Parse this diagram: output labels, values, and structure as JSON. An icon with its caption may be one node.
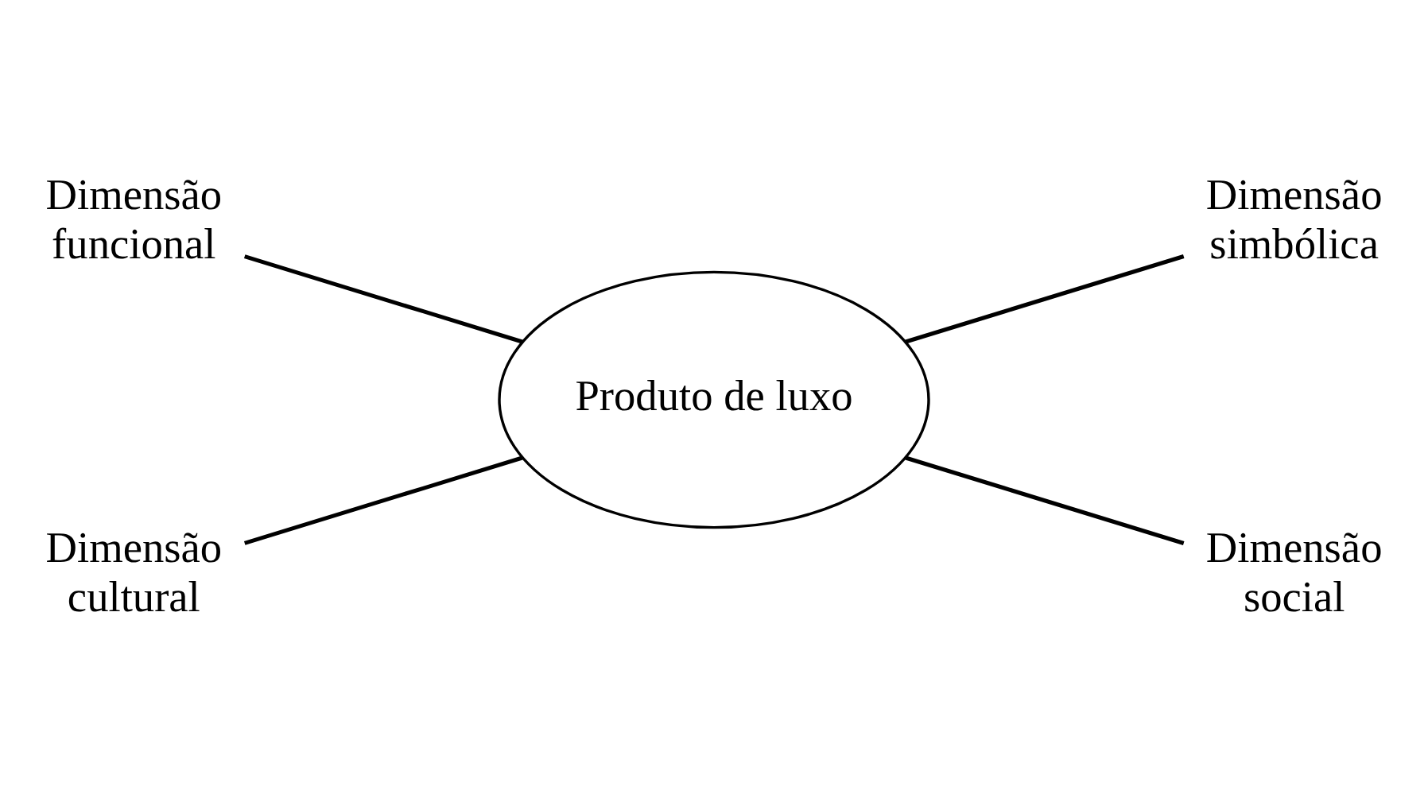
{
  "diagram": {
    "nodes": [
      {
        "text": [
          "Dimensão funcional"
        ]
      },
      {
        "text": [
          "Dimensão simbólica"
        ]
      },
      {
        "text": [
          "Produto de luxo"
        ]
      },
      {
        "text": [
          "Dimensão cultural"
        ]
      },
      {
        "text": [
          "Dimensão social"
        ]
      }
    ],
    "edges": [
      {
        "from": 0,
        "to": 2,
        "arrow": "none"
      },
      {
        "from": 2,
        "to": 1,
        "arrow": "none"
      },
      {
        "from": 3,
        "to": 2,
        "arrow": "none"
      },
      {
        "from": 2,
        "to": 4,
        "arrow": "none"
      }
    ]
  }
}
